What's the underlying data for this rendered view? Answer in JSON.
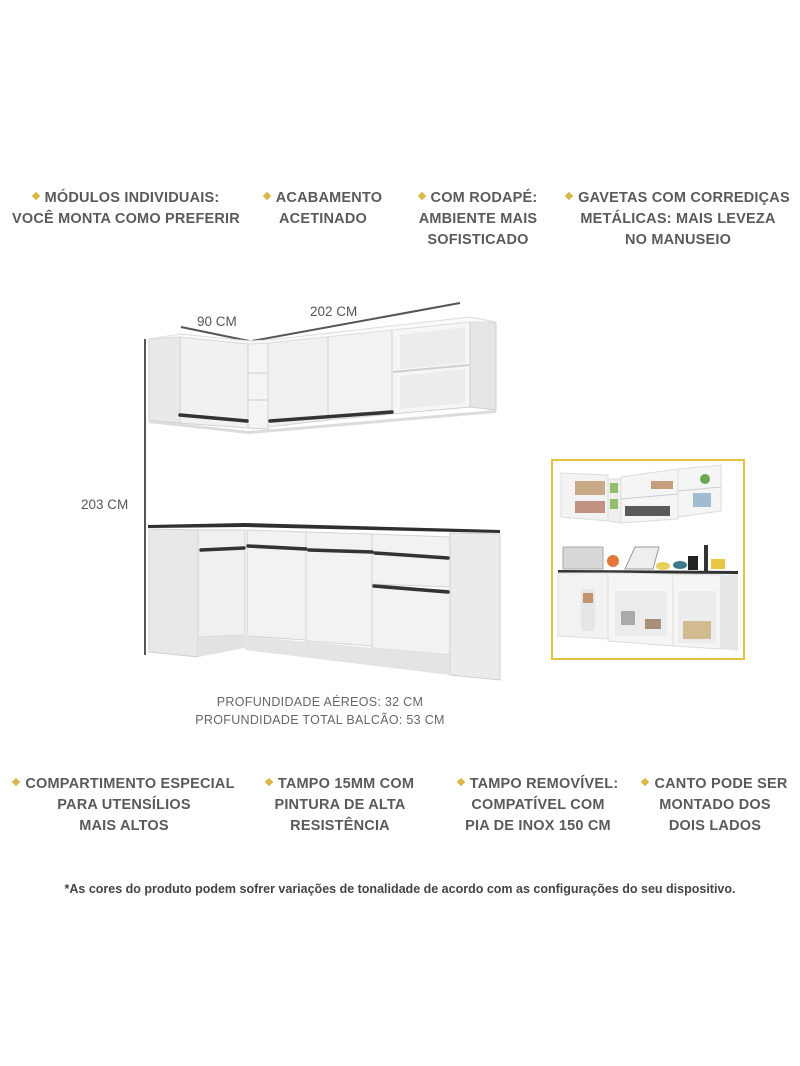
{
  "top_features": [
    {
      "lines": [
        "MÓDULOS INDIVIDUAIS:",
        "VOCÊ MONTA COMO PREFERIR"
      ]
    },
    {
      "lines": [
        "ACABAMENTO",
        "ACETINADO"
      ]
    },
    {
      "lines": [
        "COM RODAPÉ:",
        "AMBIENTE MAIS",
        "SOFISTICADO"
      ]
    },
    {
      "lines": [
        "GAVETAS COM CORREDIÇAS",
        "METÁLICAS: MAIS LEVEZA",
        "NO MANUSEIO"
      ]
    }
  ],
  "dimensions": {
    "corner_width": "90 CM",
    "main_width": "202 CM",
    "height": "203 CM"
  },
  "depth_info": {
    "aereos": "PROFUNDIDADE AÉREOS: 32 CM",
    "balcao": "PROFUNDIDADE TOTAL BALCÃO: 53 CM"
  },
  "bottom_features": [
    {
      "lines": [
        "COMPARTIMENTO ESPECIAL",
        "PARA UTENSÍLIOS",
        "MAIS ALTOS"
      ]
    },
    {
      "lines": [
        "TAMPO 15MM COM",
        "PINTURA DE ALTA",
        "RESISTÊNCIA"
      ]
    },
    {
      "lines": [
        "TAMPO REMOVÍVEL:",
        "COMPATÍVEL COM",
        "PIA DE INOX 150 CM"
      ]
    },
    {
      "lines": [
        "CANTO PODE SER",
        "MONTADO DOS",
        "DOIS LADOS"
      ]
    }
  ],
  "disclaimer": "*As cores do produto podem sofrer variações de tonalidade de acordo com as configurações do seu dispositivo.",
  "colors": {
    "bullet": "#d9b84a",
    "frame": "#e2c33c",
    "text": "#5a5a5a",
    "countertop": "#3a3a3a"
  },
  "icons": {
    "bullet": "diamond-bullet-icon"
  }
}
